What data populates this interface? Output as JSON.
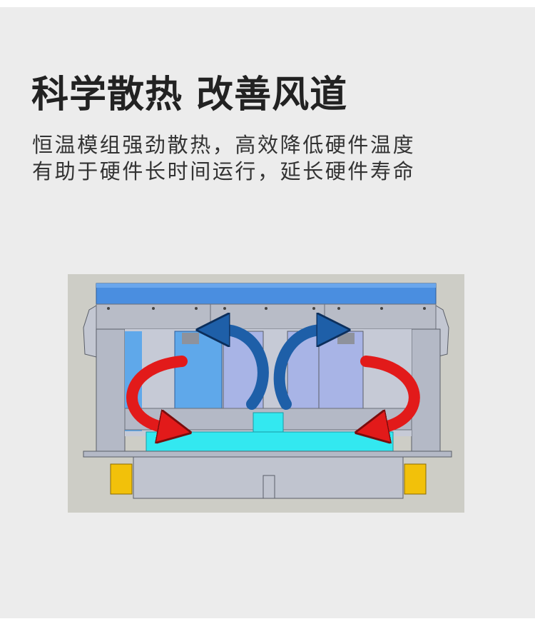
{
  "header": {
    "title": "科学散热 改善风道",
    "subtitle_line1": "恒温模组强劲散热，高效降低硬件温度",
    "subtitle_line2": "有助于硬件长时间运行，延长硬件寿命"
  },
  "illustration": {
    "icons": [
      "hot-air-arrow-icon",
      "cool-air-arrow-icon"
    ],
    "colors": {
      "hot_air": "#e21a1a",
      "cool_air": "#1e5fa8",
      "duct": "#33e8f0",
      "frame": "#b4b9c6",
      "top_rail": "#4a8ee0",
      "mount": "#f2c10a",
      "background": "#cdcdc6"
    }
  }
}
